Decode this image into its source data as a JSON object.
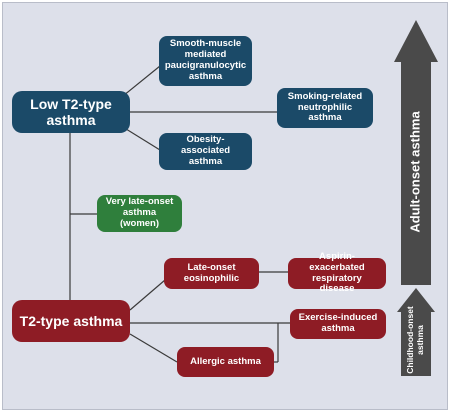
{
  "nodes": {
    "low_t2": "Low T2-type asthma",
    "smooth_muscle": "Smooth-muscle mediated paucigranulocytic asthma",
    "smoking": "Smoking-related neutrophilic asthma",
    "obesity": "Obesity-associated asthma",
    "very_late": "Very late-onset asthma (women)",
    "late_eos": "Late-onset eosinophilic",
    "aspirin": "Aspirin-exacerbated respiratory disease",
    "t2": "T2-type asthma",
    "exercise": "Exercise-induced asthma",
    "allergic": "Allergic asthma"
  },
  "arrows": {
    "adult": "Adult-onset asthma",
    "childhood_line1": "Childhood-onset",
    "childhood_line2": "asthma"
  },
  "colors": {
    "navy": "#1b4a68",
    "red": "#8e1c25",
    "green": "#2f7f3c",
    "arrow": "#4a4a4a",
    "background": "#dde0ea"
  }
}
